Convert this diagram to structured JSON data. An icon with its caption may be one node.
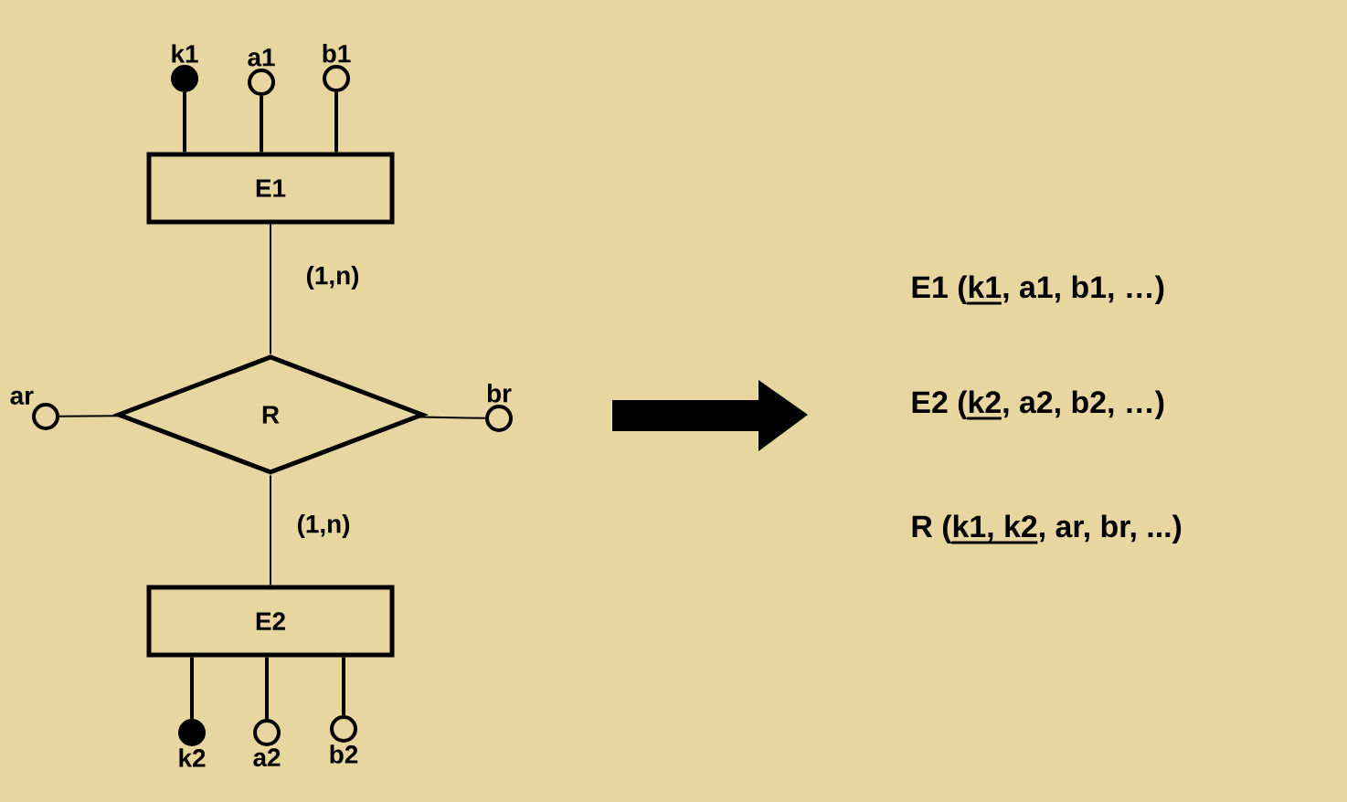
{
  "diagram": {
    "nodes": [
      {
        "text": [
          "k1"
        ]
      },
      {
        "text": [
          "a1"
        ]
      },
      {
        "text": [
          "b1"
        ]
      },
      {
        "text": [
          "E1"
        ]
      },
      {
        "text": [
          "ar"
        ]
      },
      {
        "text": [
          "R"
        ]
      },
      {
        "text": [
          "br"
        ]
      },
      {
        "text": [
          "E2"
        ]
      },
      {
        "text": [
          "k2"
        ]
      },
      {
        "text": [
          "a2"
        ]
      },
      {
        "text": [
          "b2"
        ]
      }
    ],
    "edges": [
      {
        "from": 0,
        "to": 3,
        "arrow": "none"
      },
      {
        "from": 1,
        "to": 3,
        "arrow": "none"
      },
      {
        "from": 2,
        "to": 3,
        "arrow": "none"
      },
      {
        "from": 3,
        "to": 5,
        "arrow": "none",
        "label": "(1,n)"
      },
      {
        "from": 4,
        "to": 5,
        "arrow": "none"
      },
      {
        "from": 5,
        "to": 6,
        "arrow": "none"
      },
      {
        "from": 5,
        "to": 7,
        "arrow": "none",
        "label": "(1,n)"
      },
      {
        "from": 7,
        "to": 8,
        "arrow": "none"
      },
      {
        "from": 7,
        "to": 9,
        "arrow": "none"
      },
      {
        "from": 7,
        "to": 10,
        "arrow": "none"
      }
    ],
    "labels": [
      "E1 (k1, a1, b1, …)",
      "E2 (k2, a2, b2, …)",
      "R (k1, k2, ar, br, ...)"
    ]
  }
}
